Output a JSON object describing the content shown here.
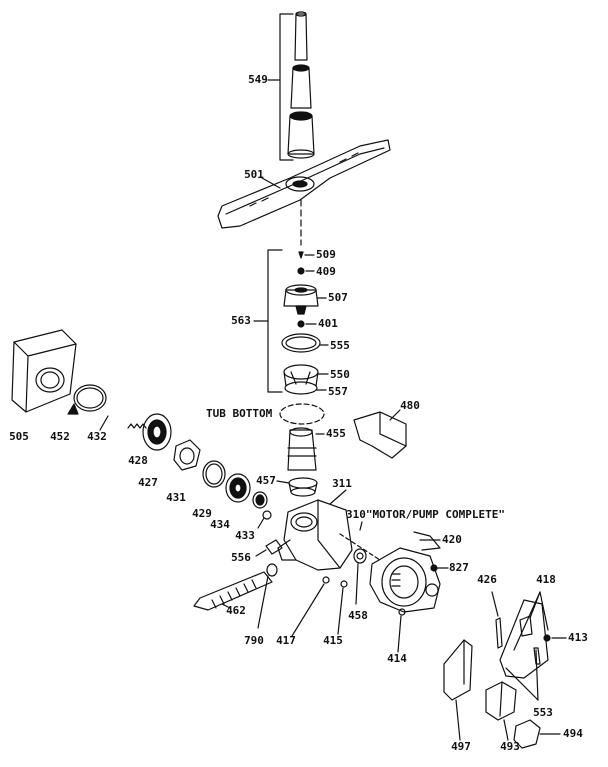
{
  "diagram": {
    "labels": {
      "p549": "549",
      "p501": "501",
      "p509": "509",
      "p409": "409",
      "p507": "507",
      "p563": "563",
      "p401": "401",
      "p555": "555",
      "p550": "550",
      "p557": "557",
      "tub_bottom": "TUB BOTTOM",
      "p480": "480",
      "p455": "455",
      "p505": "505",
      "p452": "452",
      "p432": "432",
      "p428": "428",
      "p427": "427",
      "p431": "431",
      "p429": "429",
      "p434": "434",
      "p457": "457",
      "p311": "311",
      "p310": "310\"MOTOR/PUMP COMPLETE\"",
      "p433": "433",
      "p420": "420",
      "p556": "556",
      "p827": "827",
      "p426": "426",
      "p418": "418",
      "p413": "413",
      "p462": "462",
      "p790": "790",
      "p417": "417",
      "p415": "415",
      "p458": "458",
      "p414": "414",
      "p553": "553",
      "p497": "497",
      "p493": "493",
      "p494": "494"
    }
  }
}
